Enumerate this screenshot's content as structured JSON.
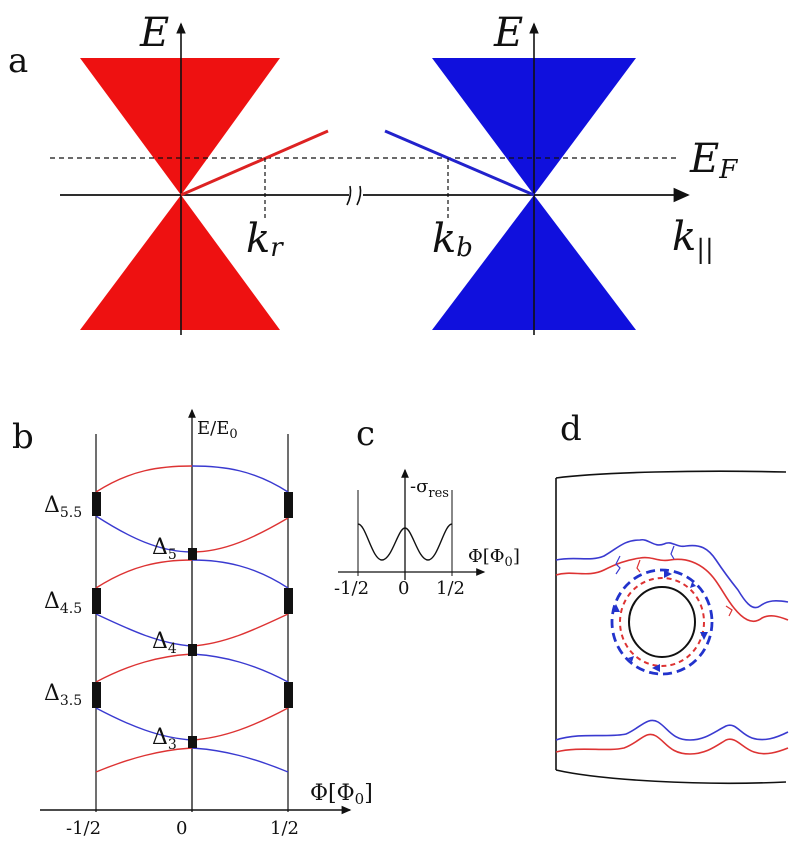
{
  "colors": {
    "red": "#ee1111",
    "blue": "#1010dd",
    "curve_red": "#dd3333",
    "curve_blue": "#3a3ad0",
    "black": "#111111"
  },
  "panel_a": {
    "label": "a",
    "energy_left": "E",
    "energy_right": "E",
    "fermi_main": "E",
    "fermi_sub": "F",
    "k_red_main": "k",
    "k_red_sub": "r",
    "k_blue_main": "k",
    "k_blue_sub": "b",
    "k_par_main": "k",
    "k_par_sub": "||"
  },
  "panel_b": {
    "label": "b",
    "yaxis_label": "E/E",
    "yaxis_sub": "0",
    "xaxis_label": "Φ[Φ",
    "xaxis_sub": "0",
    "xaxis_close": "]",
    "ticks": [
      "-1/2",
      "0",
      "1/2"
    ],
    "gaps": [
      {
        "main": "Δ",
        "sub": "5.5"
      },
      {
        "main": "Δ",
        "sub": "5"
      },
      {
        "main": "Δ",
        "sub": "4.5"
      },
      {
        "main": "Δ",
        "sub": "4"
      },
      {
        "main": "Δ",
        "sub": "3.5"
      },
      {
        "main": "Δ",
        "sub": "3"
      }
    ]
  },
  "panel_c": {
    "label": "c",
    "yaxis_label": "-σ",
    "yaxis_sub": "res",
    "xaxis_label": "Φ[Φ",
    "xaxis_sub": "0",
    "xaxis_close": "]",
    "ticks": [
      "-1/2",
      "0",
      "1/2"
    ]
  },
  "panel_d": {
    "label": "d"
  }
}
